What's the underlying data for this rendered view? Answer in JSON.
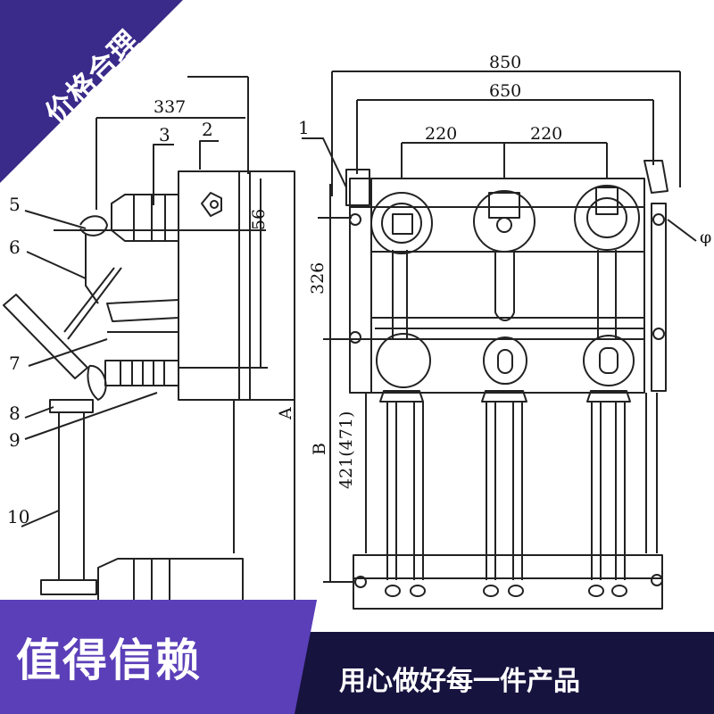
{
  "badge": {
    "text": "价格合理",
    "color": "#3a2a8a"
  },
  "slogan": {
    "main": "值得信赖",
    "sub": "用心做好每一件产品",
    "bar_color": "#17133f",
    "panel_color": "#5b3fb8"
  },
  "side_view": {
    "dimensions": {
      "width_337": "337",
      "height_56": "56",
      "label_A": "A"
    },
    "part_labels": [
      "1",
      "2",
      "3",
      "5",
      "6",
      "7",
      "8",
      "9",
      "10"
    ]
  },
  "front_view": {
    "dimensions": {
      "overall": "850",
      "inner": "650",
      "pitch_left": "220",
      "pitch_right": "220",
      "height_326": "326",
      "label_B": "B",
      "height_421": "421(471)",
      "hole": "φ"
    }
  }
}
